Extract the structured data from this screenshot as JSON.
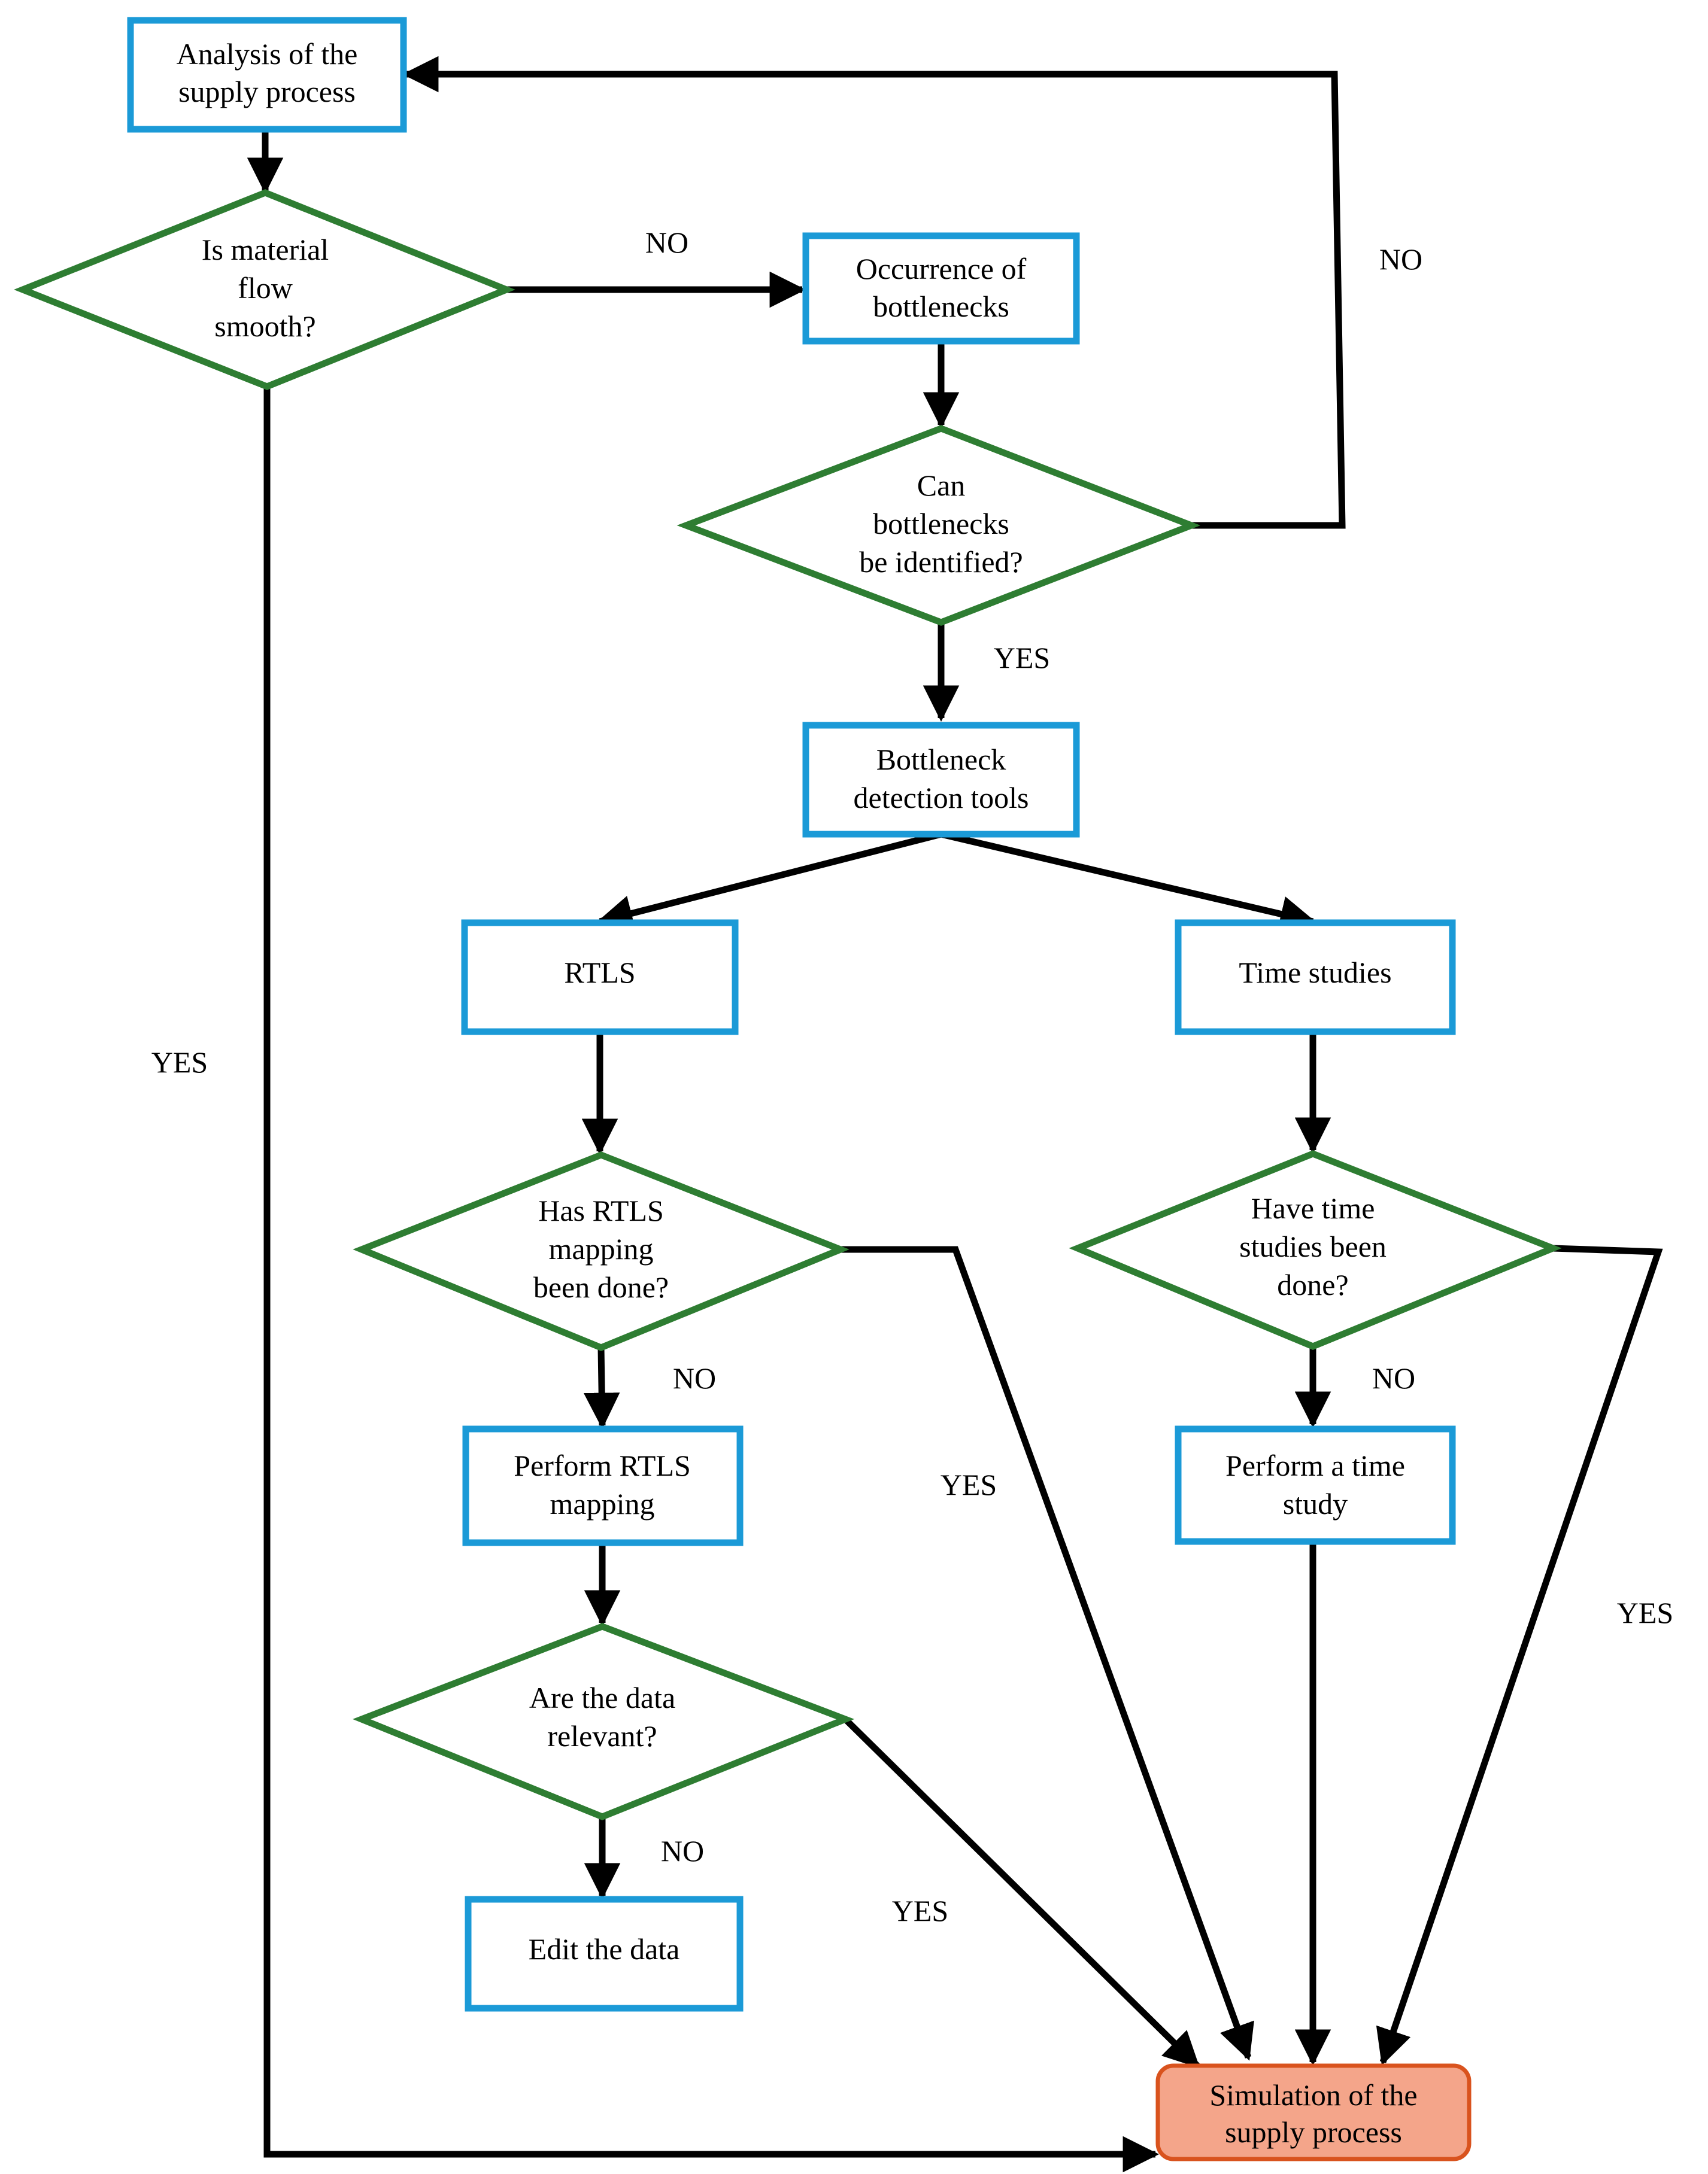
{
  "diagram": {
    "nodes": {
      "analysis": [
        "Analysis of the",
        "supply process"
      ],
      "smooth": [
        "Is material",
        "flow",
        "smooth?"
      ],
      "occurrence": [
        "Occurrence of",
        "bottlenecks"
      ],
      "can_identify": [
        "Can",
        "bottlenecks",
        "be identified?"
      ],
      "tools": [
        "Bottleneck",
        "detection tools"
      ],
      "rtls": [
        "RTLS"
      ],
      "time_studies": [
        "Time studies"
      ],
      "rtls_done": [
        "Has RTLS",
        "mapping",
        "been done?"
      ],
      "time_done": [
        "Have time",
        "studies been",
        "done?"
      ],
      "perform_rtls": [
        "Perform RTLS",
        "mapping"
      ],
      "perform_time": [
        "Perform a time",
        "study"
      ],
      "relevant": [
        "Are the data",
        "relevant?"
      ],
      "edit": [
        "Edit the data"
      ],
      "simulation": [
        "Simulation of the",
        "supply process"
      ]
    },
    "edge_labels": {
      "smooth_no": "NO",
      "smooth_yes": "YES",
      "identify_no": "NO",
      "identify_yes": "YES",
      "rtls_done_no": "NO",
      "rtls_done_yes": "YES",
      "time_done_no": "NO",
      "time_done_yes": "YES",
      "relevant_no": "NO",
      "relevant_yes": "YES"
    }
  }
}
